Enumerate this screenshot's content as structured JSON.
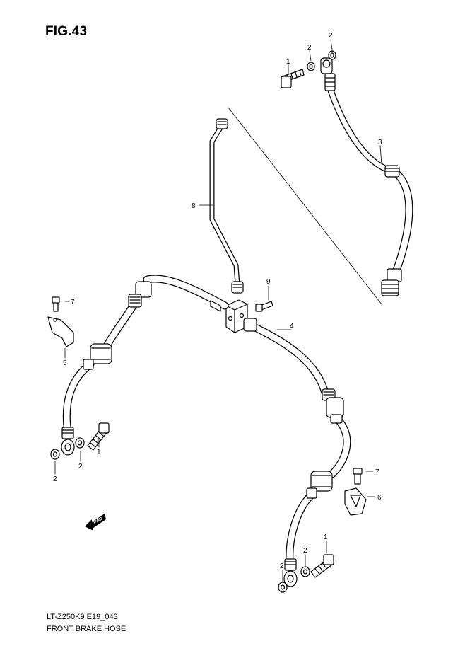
{
  "figure": {
    "title": "FIG.43",
    "model_code": "LT-Z250K9 E19_043",
    "caption": "FRONT BRAKE HOSE"
  },
  "forward_marker": {
    "label": "FWD"
  },
  "callouts": [
    {
      "id": "c1a",
      "label": "1"
    },
    {
      "id": "c2a",
      "label": "2"
    },
    {
      "id": "c2b",
      "label": "2"
    },
    {
      "id": "c3",
      "label": "3"
    },
    {
      "id": "c8",
      "label": "8"
    },
    {
      "id": "c9",
      "label": "9"
    },
    {
      "id": "c7a",
      "label": "7"
    },
    {
      "id": "c5",
      "label": "5"
    },
    {
      "id": "c4",
      "label": "4"
    },
    {
      "id": "c1b",
      "label": "1"
    },
    {
      "id": "c2c",
      "label": "2"
    },
    {
      "id": "c2d",
      "label": "2"
    },
    {
      "id": "c7b",
      "label": "7"
    },
    {
      "id": "c6",
      "label": "6"
    },
    {
      "id": "c1c",
      "label": "1"
    },
    {
      "id": "c2e",
      "label": "2"
    },
    {
      "id": "c2f",
      "label": "2"
    }
  ]
}
